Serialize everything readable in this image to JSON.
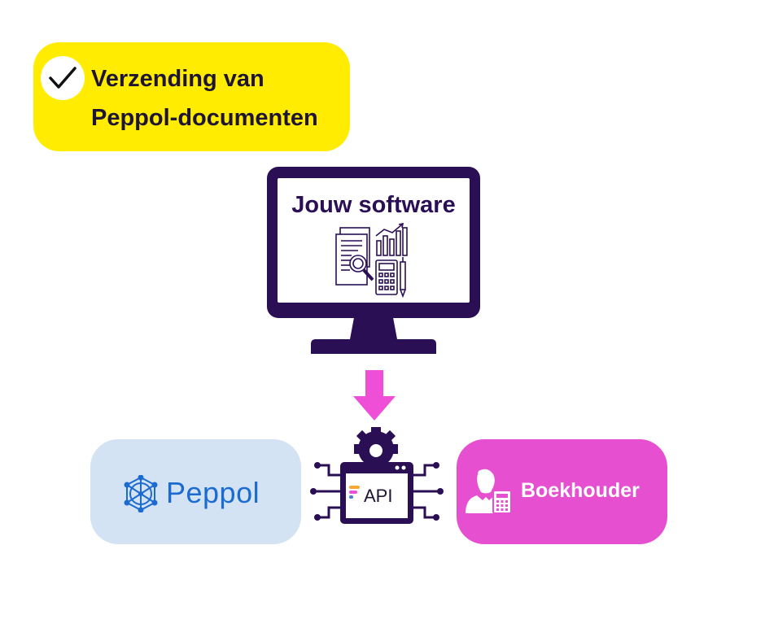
{
  "badge": {
    "line1": "Verzending van",
    "line2": "Peppol-documenten",
    "icon": "checkmark-icon"
  },
  "monitor": {
    "title": "Jouw software",
    "icon": "documents-chart-calculator-icon"
  },
  "flow_arrow": {
    "icon": "arrow-down-icon",
    "color": "#ee4fd6"
  },
  "api": {
    "label": "API",
    "icon": "api-gear-window-icon"
  },
  "peppol": {
    "label": "Peppol",
    "icon": "peppol-logo-icon"
  },
  "boekhouder": {
    "label": "Boekhouder",
    "icon": "accountant-calculator-icon"
  },
  "colors": {
    "yellow": "#ffec00",
    "navy": "#2a0f55",
    "pink": "#e650d0",
    "light_blue": "#d4e3f4",
    "peppol_blue": "#1b6bd0"
  }
}
